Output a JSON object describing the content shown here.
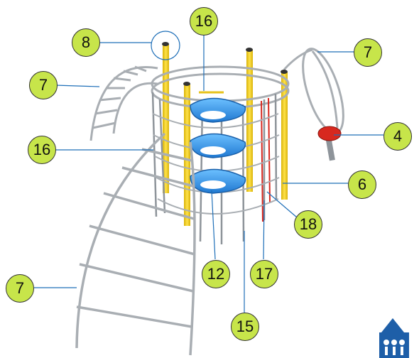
{
  "callouts": {
    "c8": "8",
    "c16_top": "16",
    "c7_left": "7",
    "c7_right": "7",
    "c16_left": "16",
    "c4": "4",
    "c6": "6",
    "c18": "18",
    "c12": "12",
    "c17": "17",
    "c7_bottom": "7",
    "c15": "15"
  },
  "colors": {
    "callout_fill": "#c7e54a",
    "post_yellow": "#f2d21b",
    "spiral_blue": "#2f8fe0",
    "seat_red": "#d7281f",
    "steel": "#b9bec3",
    "logo_blue": "#1e5fa8",
    "leader_line": "#1e6fb8"
  },
  "icons": {
    "logo": "castle-logo-icon"
  }
}
